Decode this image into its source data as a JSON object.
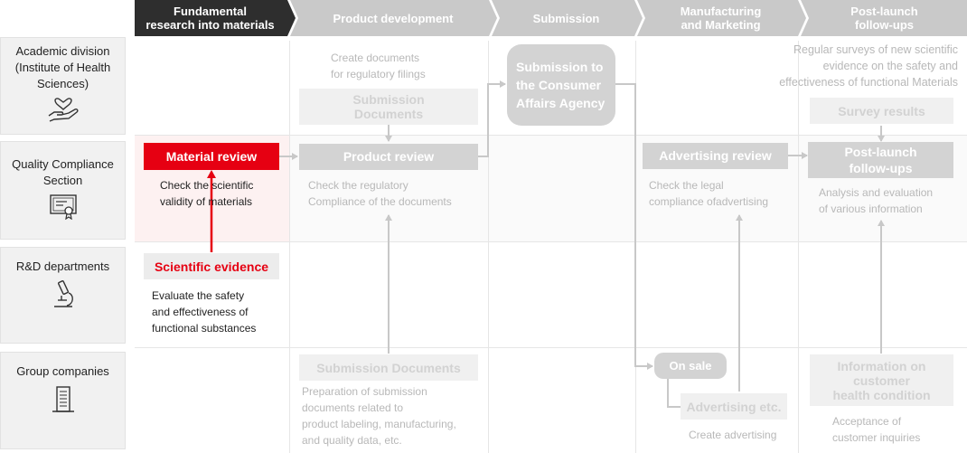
{
  "phases": [
    {
      "label": "Fundamental\nresearch into materials",
      "active": true
    },
    {
      "label": "Product development",
      "active": false
    },
    {
      "label": "Submission",
      "active": false
    },
    {
      "label": "Manufacturing\nand Marketing",
      "active": false
    },
    {
      "label": "Post-launch\nfollow-ups",
      "active": false
    }
  ],
  "rows": [
    {
      "label": "Academic division\n(Institute of Health\nSciences)",
      "icon": "hand-heart-icon"
    },
    {
      "label": "Quality Compliance\nSection",
      "icon": "certificate-icon"
    },
    {
      "label": "R&D\ndepartments",
      "icon": "microscope-icon"
    },
    {
      "label": "Group\ncompanies",
      "icon": "building-icon"
    }
  ],
  "boxes": {
    "material_review": "Material review",
    "scientific_evidence": "Scientific evidence",
    "product_review": "Product review",
    "submission_documents_academic": "Submission\nDocuments",
    "submission_caa": "Submission to\nthe Consumer\nAffairs Agency",
    "advertising_review": "Advertising review",
    "postlaunch_followups": "Post-launch\nfollow-ups",
    "survey_results": "Survey results",
    "submission_documents_group": "Submission Documents",
    "on_sale": "On sale",
    "advertising_etc": "Advertising etc.",
    "customer_health_info": "Information on\ncustomer\nhealth condition"
  },
  "texts": {
    "material_review_desc": "Check the scientific\nvalidity of materials",
    "scientific_evidence_desc": "Evaluate the safety\nand effectiveness of\nfunctional substances",
    "create_documents": "Create documents\nfor regulatory filings",
    "product_review_desc": "Check the regulatory\nCompliance of the documents",
    "advertising_review_desc": "Check the legal\ncompliance ofadvertising",
    "regular_surveys": "Regular surveys of new scientific\nevidence on the safety and\neffectiveness of functional Materials",
    "analysis_desc": "Analysis and evaluation\nof various information",
    "preparation_desc": "Preparation of submission\ndocuments related to\nproduct labeling, manufacturing,\nand quality data, etc.",
    "create_advertising": "Create advertising",
    "acceptance_desc": "Acceptance of\ncustomer inquiries"
  },
  "colors": {
    "active_phase": "#2e2e2e",
    "inactive_phase": "#c9c9c9",
    "accent_red": "#e60012",
    "gray_box": "#d3d3d3",
    "light_box": "#f0f0f0",
    "highlight_cell": "#fdf1f1"
  }
}
